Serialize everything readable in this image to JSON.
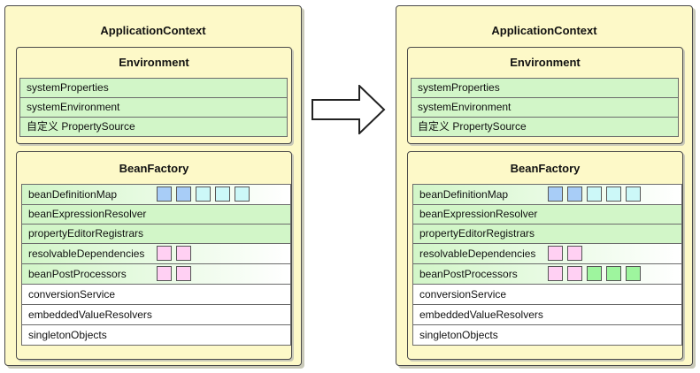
{
  "colors": {
    "context_bg": "#fdf9c8",
    "row_green": "#d2f6c8",
    "chip_blue": "#a8cdf7",
    "chip_cyan": "#ccf8f8",
    "chip_pink": "#ffd0f3",
    "chip_green": "#9ef59e"
  },
  "left": {
    "title": "ApplicationContext",
    "environment": {
      "title": "Environment",
      "rows": [
        "systemProperties",
        "systemEnvironment",
        "自定义 PropertySource"
      ]
    },
    "bean_factory": {
      "title": "BeanFactory",
      "rows": [
        "beanDefinitionMap",
        "beanExpressionResolver",
        "propertyEditorRegistrars",
        "resolvableDependencies",
        "beanPostProcessors",
        "conversionService",
        "embeddedValueResolvers",
        "singletonObjects"
      ],
      "chips": {
        "beanDefinitionMap": [
          "blue",
          "blue",
          "cyan",
          "cyan",
          "cyan"
        ],
        "resolvableDependencies": [
          "pink",
          "pink"
        ],
        "beanPostProcessors": [
          "pink",
          "pink"
        ]
      }
    }
  },
  "right": {
    "title": "ApplicationContext",
    "environment": {
      "title": "Environment",
      "rows": [
        "systemProperties",
        "systemEnvironment",
        "自定义 PropertySource"
      ]
    },
    "bean_factory": {
      "title": "BeanFactory",
      "rows": [
        "beanDefinitionMap",
        "beanExpressionResolver",
        "propertyEditorRegistrars",
        "resolvableDependencies",
        "beanPostProcessors",
        "conversionService",
        "embeddedValueResolvers",
        "singletonObjects"
      ],
      "chips": {
        "beanDefinitionMap": [
          "blue",
          "blue",
          "cyan",
          "cyan",
          "cyan"
        ],
        "resolvableDependencies": [
          "pink",
          "pink"
        ],
        "beanPostProcessors": [
          "pink",
          "pink",
          "green",
          "green",
          "green"
        ]
      }
    }
  }
}
